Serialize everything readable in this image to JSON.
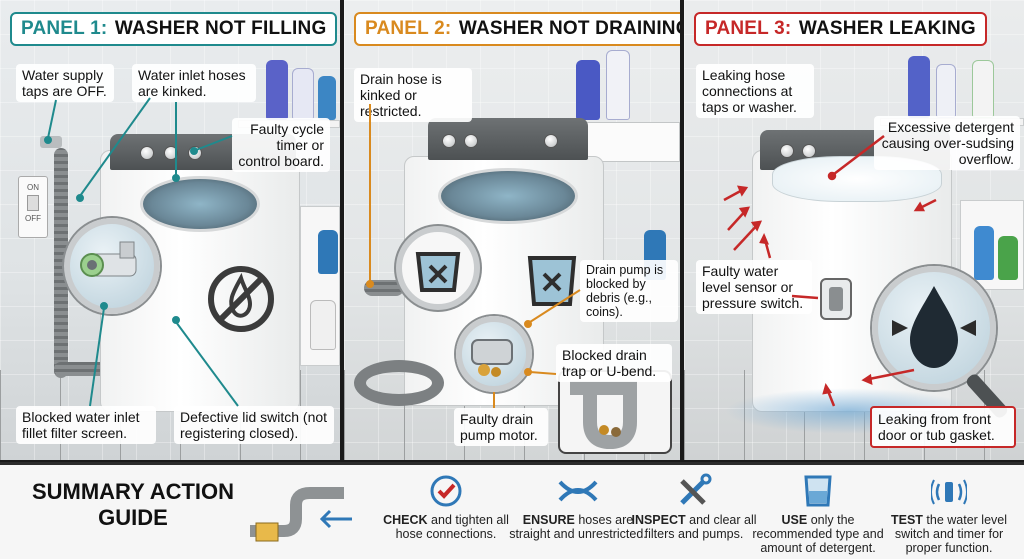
{
  "panels": [
    {
      "lead": "PANEL 1:",
      "title": "WASHER NOT FILLING",
      "accent": "#1f8a8d",
      "labels": {
        "supply_taps": "Water supply taps are OFF.",
        "inlet_hoses": "Water inlet hoses are kinked.",
        "cycle_timer": "Faulty cycle timer or control board.",
        "filter_screen": "Blocked water inlet fillet filter screen.",
        "lid_switch": "Defective lid switch (not registering closed)."
      },
      "wall_switch": {
        "on": "ON",
        "off": "OFF"
      }
    },
    {
      "lead": "PANEL 2:",
      "title": "WASHER NOT DRAINING",
      "accent": "#d98a1f",
      "labels": {
        "drain_hose": "Drain hose is kinked or restricted.",
        "drain_pump_debris": "Drain pump is blocked by debris (e.g., coins).",
        "drain_trap": "Blocked drain trap or U-bend.",
        "pump_motor": "Faulty drain pump motor."
      }
    },
    {
      "lead": "PANEL 3:",
      "title": "WASHER LEAKING",
      "accent": "#c62828",
      "labels": {
        "hose_connections": "Leaking hose connections at taps or washer.",
        "detergent": "Excessive detergent causing over-sudsing overflow.",
        "level_sensor": "Faulty water level sensor or pressure switch.",
        "gasket": "Leaking from front door or tub gasket."
      }
    }
  ],
  "summary": {
    "title": "SUMMARY ACTION GUIDE",
    "actions": [
      {
        "icon": "check-icon",
        "bold": "CHECK",
        "text": " and tighten all hose connections."
      },
      {
        "icon": "untangle-hose-icon",
        "bold": "ENSURE",
        "text": " hoses are straight and unrestricted."
      },
      {
        "icon": "tools-icon",
        "bold": "INSPECT",
        "text": " and clear all filters and pumps."
      },
      {
        "icon": "measuring-cup-icon",
        "bold": "USE",
        "text": " only the recommended type and amount of detergent."
      },
      {
        "icon": "sensor-signal-icon",
        "bold": "TEST",
        "text": " the water level switch and timer for proper function."
      }
    ]
  },
  "colors": {
    "teal": "#1f8a8d",
    "orange": "#d98a1f",
    "red": "#c62828",
    "icon_blue": "#2f78b7"
  }
}
